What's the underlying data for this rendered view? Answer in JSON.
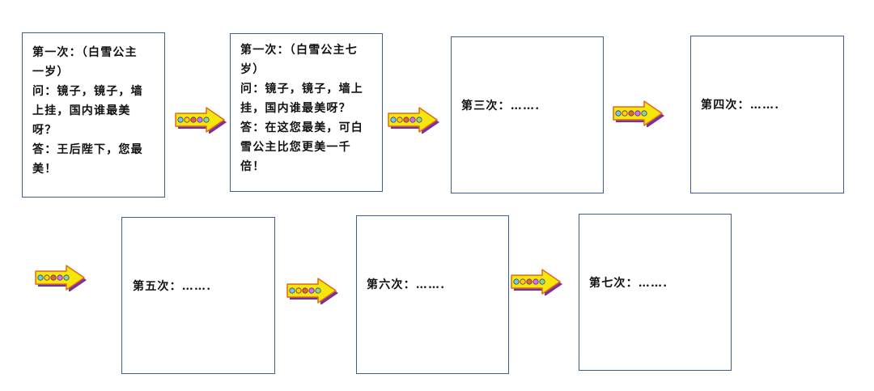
{
  "steps": [
    {
      "text": "第一次：（白雪公主\n一岁）\n问：镜子，镜子，墙\n上挂，国内谁最美\n呀？\n答：王后陛下，您最\n美！"
    },
    {
      "text": "第一次：（白雪公主七\n岁）\n问：镜子，镜子，墙上\n挂，国内谁最美呀？\n答：在这您最美，可白\n雪公主比您更美一千\n倍！"
    },
    {
      "text": "第三次：……."
    },
    {
      "text": "第四次：……."
    },
    {
      "text": "第五次：……."
    },
    {
      "text": "第六次：……."
    },
    {
      "text": "第七次：……."
    }
  ],
  "colors": {
    "box_border": "#3f5f8f",
    "arrow_fill": "#f5e60c",
    "arrow_stroke": "#e06a1a",
    "arrow_shadow": "#7b2fa0",
    "dots": [
      "#5fd3ea",
      "#ffd400",
      "#e06a2a",
      "#c874ff",
      "#7fe08a"
    ]
  }
}
